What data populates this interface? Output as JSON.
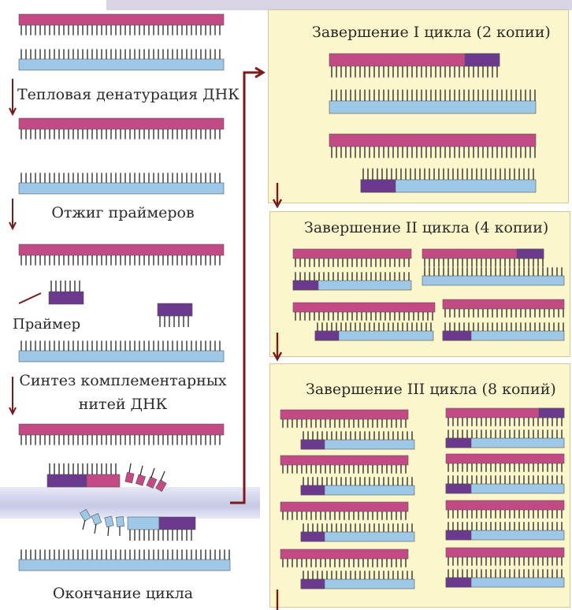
{
  "left": {
    "step1": "Тепловая денатурация ДНК",
    "step2": "Отжиг праймеров",
    "primer": "Праймер",
    "step3a": "Синтез комплементарных",
    "step3b": "нитей ДНК",
    "step4": "Окончание  цикла"
  },
  "panels": {
    "cycle1": "Завершение I цикла (2 копии)",
    "cycle2": "Завершение II цикла (4 копии)",
    "cycle3": "Завершение III цикла (8 копий)"
  },
  "colors": {
    "pink": "#c24b86",
    "blue": "#9ec8e8",
    "purple": "#6b3a8e",
    "tick": "#222222",
    "arrow": "#7a1a1a",
    "panel": "#fbf6cc"
  }
}
